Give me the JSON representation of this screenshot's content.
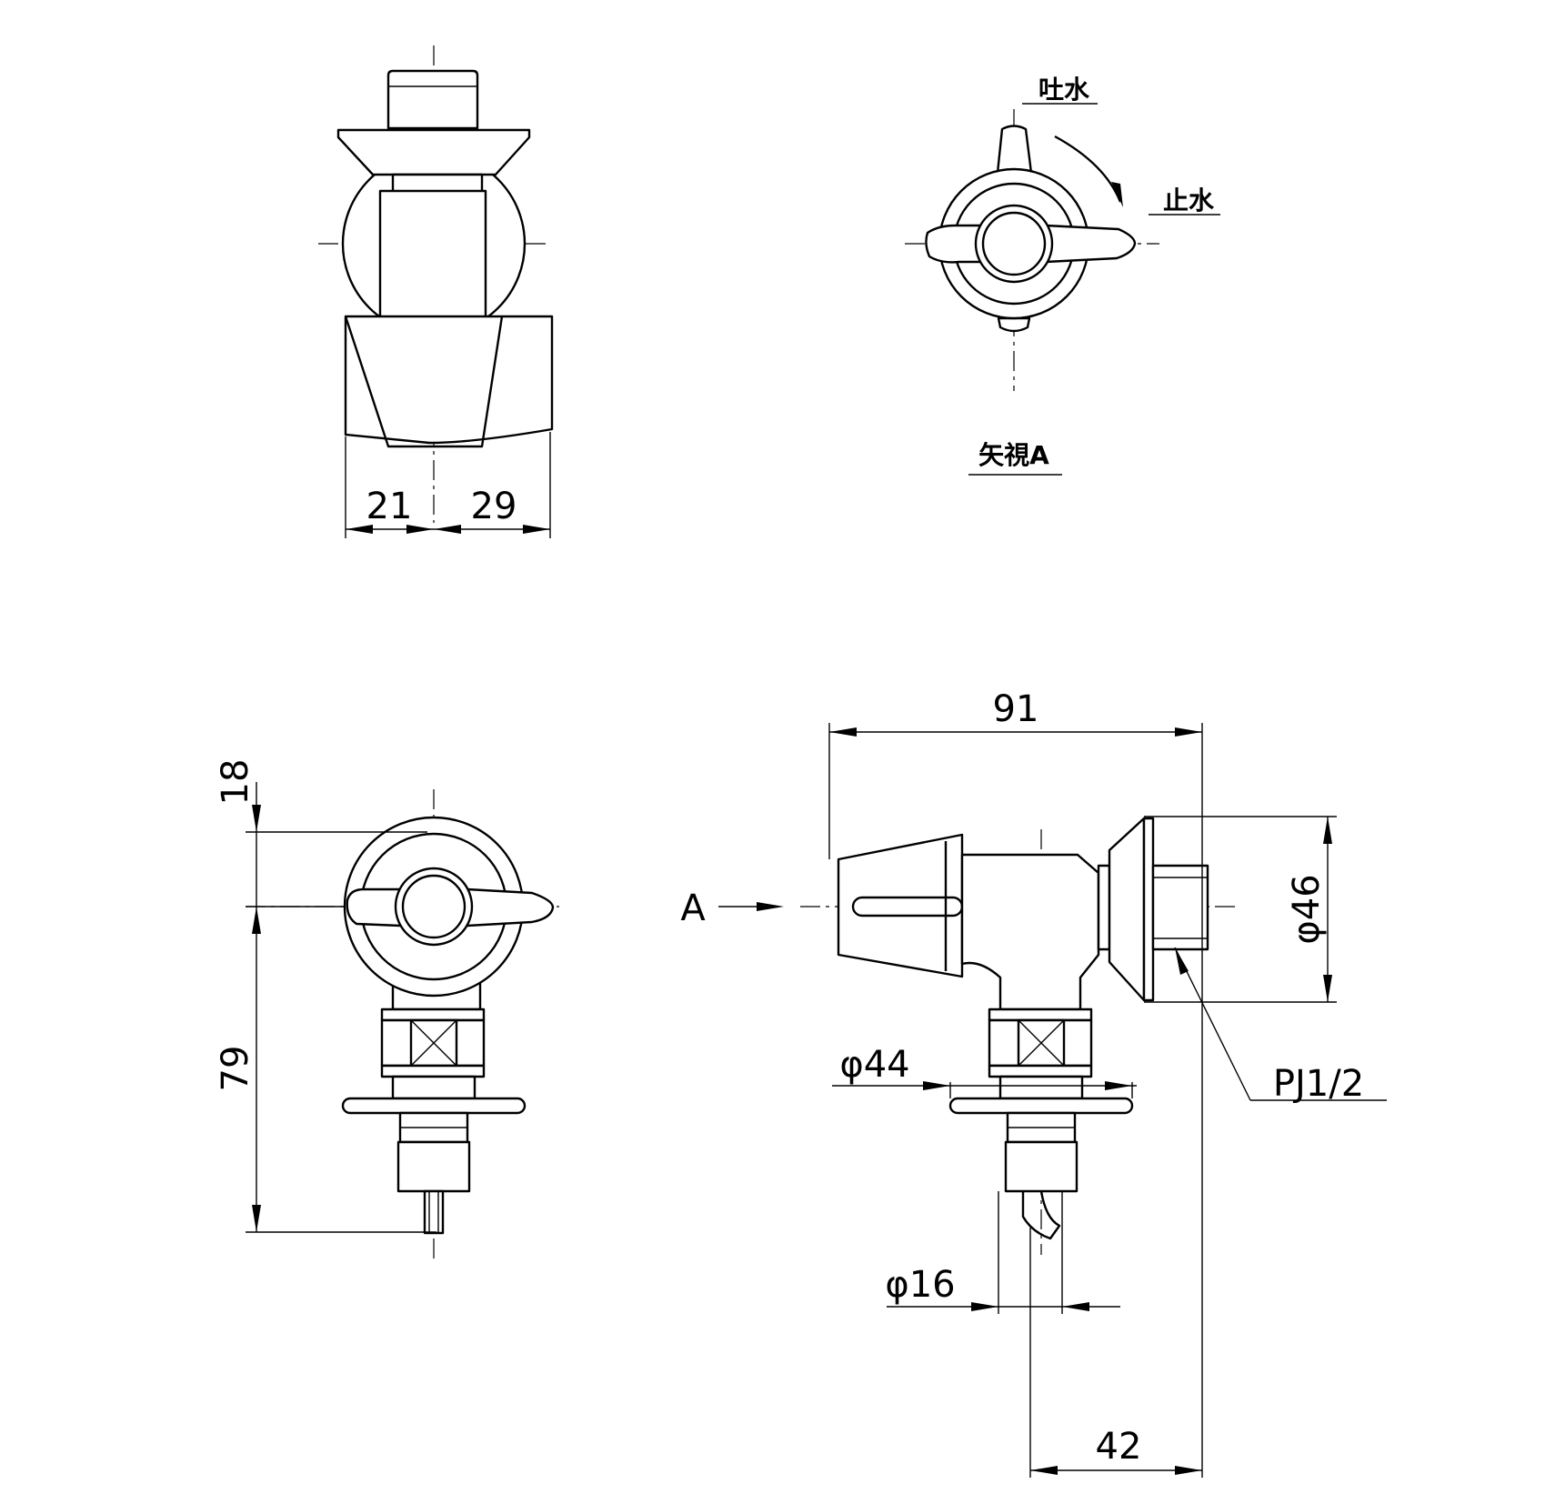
{
  "dimensions": {
    "top_left": "21",
    "top_right": "29",
    "front_top": "18",
    "front_height": "79",
    "overall_width": "91",
    "flange_dia": "φ44",
    "pipe_dia": "φ16",
    "body_dia": "φ46",
    "offset": "42"
  },
  "labels": {
    "spout": "吐水",
    "stop": "止水",
    "view": "矢視A",
    "arrow_a": "A",
    "thread": "PJ1/2"
  }
}
